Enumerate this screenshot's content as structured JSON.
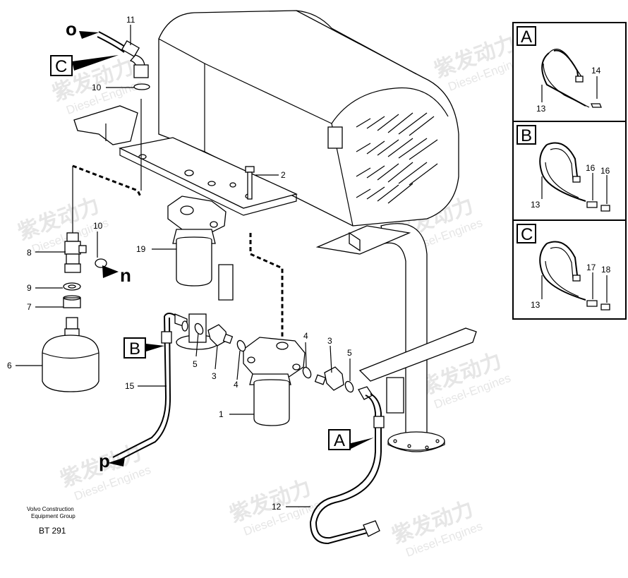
{
  "watermark": {
    "brand": "紫发动力",
    "sub": "Diesel-Engines"
  },
  "footer": {
    "line1": "Volvo Construction",
    "line2": "Equipment Group",
    "code": "BT 291"
  },
  "callouts": {
    "c11": "11",
    "c10a": "10",
    "c2": "2",
    "c10b": "10",
    "c8": "8",
    "c9": "9",
    "c7": "7",
    "c6": "6",
    "c19": "19",
    "c5a": "5",
    "c3a": "3",
    "c4a": "4",
    "c4b": "4",
    "c3b": "3",
    "c5b": "5",
    "c15": "15",
    "c1": "1",
    "c12": "12"
  },
  "letters": {
    "o": "o",
    "n": "n",
    "p": "p"
  },
  "boxes": {
    "C": "C",
    "B": "B",
    "A": "A"
  },
  "insets": [
    {
      "letter": "A",
      "tie": "13",
      "clips": [
        "14"
      ]
    },
    {
      "letter": "B",
      "tie": "13",
      "clips": [
        "16",
        "16"
      ]
    },
    {
      "letter": "C",
      "tie": "13",
      "clips": [
        "17",
        "18"
      ]
    }
  ]
}
